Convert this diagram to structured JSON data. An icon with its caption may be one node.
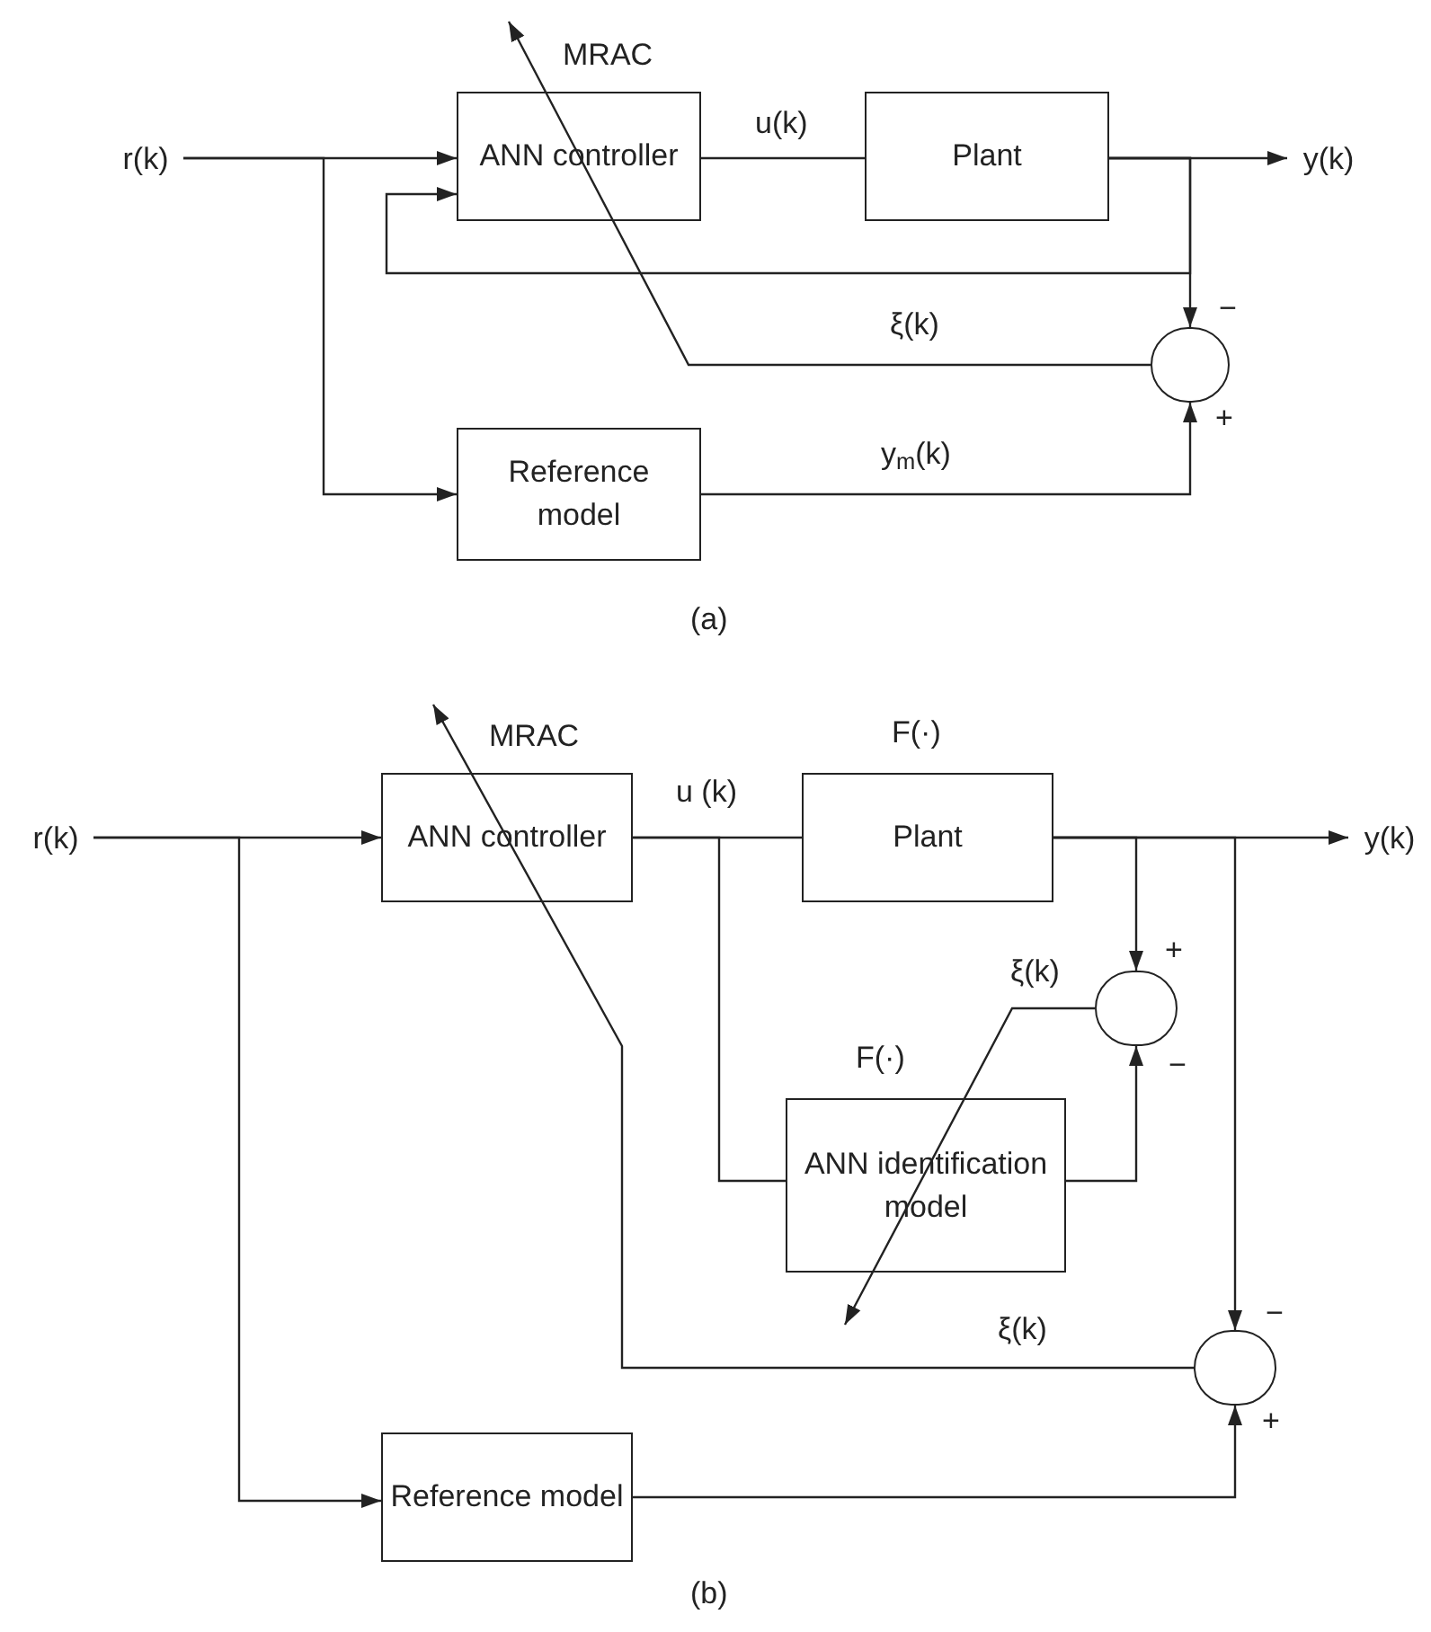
{
  "diagram": {
    "nodes": [
      {
        "text": [
          "r(k)"
        ]
      },
      {
        "text": [
          "ANN controller"
        ]
      },
      {
        "text": [
          "Plant"
        ]
      },
      {
        "text": [
          "y(k)"
        ]
      },
      {
        "text": [],
        "shape": "circle"
      },
      {
        "text": [
          "Reference model"
        ]
      },
      {
        "text": [
          "r(k)"
        ]
      },
      {
        "text": [
          "ANN controller"
        ]
      },
      {
        "text": [
          "Plant"
        ],
        "beside": [
          "F(·)"
        ]
      },
      {
        "text": [
          "y(k)"
        ]
      },
      {
        "text": [],
        "shape": "circle"
      },
      {
        "text": [
          "ANN identification model"
        ],
        "beside": [
          "F(·)"
        ]
      },
      {
        "text": [],
        "shape": "circle"
      },
      {
        "text": [
          "Reference model"
        ]
      }
    ],
    "edges": [
      {
        "from": 0,
        "to": 1,
        "arrow": "to"
      },
      {
        "from": 0,
        "to": 5,
        "arrow": "to"
      },
      {
        "from": 1,
        "to": 2,
        "arrow": "none",
        "label": "u(k)"
      },
      {
        "from": 2,
        "to": 3,
        "arrow": "to"
      },
      {
        "from": 2,
        "to": 1,
        "arrow": "to"
      },
      {
        "from": 2,
        "to": 4,
        "arrow": "to"
      },
      {
        "from": 5,
        "to": 4,
        "arrow": "to",
        "label": "y$_{m}$(k)"
      },
      {
        "from": 4,
        "to": null,
        "arrow": "to",
        "label": "ξ(k)"
      },
      {
        "from": 6,
        "to": 7,
        "arrow": "to"
      },
      {
        "from": 6,
        "to": 13,
        "arrow": "to"
      },
      {
        "from": 7,
        "to": 8,
        "arrow": "none",
        "label": "u (k)"
      },
      {
        "from": 7,
        "to": 11,
        "arrow": "none"
      },
      {
        "from": 8,
        "to": 9,
        "arrow": "to"
      },
      {
        "from": 8,
        "to": 10,
        "arrow": "to"
      },
      {
        "from": 11,
        "to": 10,
        "arrow": "to"
      },
      {
        "from": 8,
        "to": 12,
        "arrow": "to"
      },
      {
        "from": 13,
        "to": 12,
        "arrow": "to"
      },
      {
        "from": 10,
        "to": null,
        "arrow": "to",
        "label": "ξ(k)"
      },
      {
        "from": 12,
        "to": null,
        "arrow": "to",
        "label": "ξ(k)"
      }
    ],
    "labels": [
      "MRAC",
      "−",
      "+",
      "(a)",
      "MRAC",
      "+",
      "−",
      "−",
      "+",
      "(b)"
    ]
  }
}
